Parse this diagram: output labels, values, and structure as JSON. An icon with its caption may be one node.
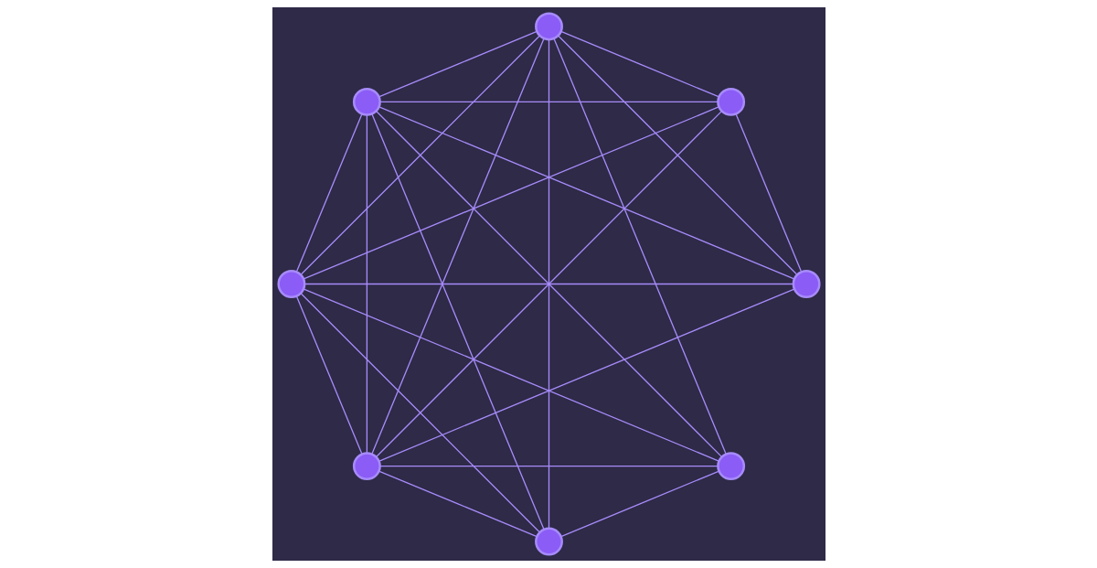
{
  "diagram": {
    "nodes": [
      {
        "text": [],
        "shape": "circle"
      },
      {
        "text": [],
        "shape": "circle"
      },
      {
        "text": [],
        "shape": "circle"
      },
      {
        "text": [],
        "shape": "circle"
      },
      {
        "text": [],
        "shape": "circle"
      },
      {
        "text": [],
        "shape": "circle"
      },
      {
        "text": [],
        "shape": "circle"
      },
      {
        "text": [],
        "shape": "circle"
      }
    ],
    "edges": [
      {
        "from": 0,
        "to": 1,
        "arrow": "none"
      },
      {
        "from": 0,
        "to": 2,
        "arrow": "none"
      },
      {
        "from": 0,
        "to": 7,
        "arrow": "none"
      },
      {
        "from": 0,
        "to": 6,
        "arrow": "none"
      },
      {
        "from": 0,
        "to": 5,
        "arrow": "none"
      },
      {
        "from": 1,
        "to": 3,
        "arrow": "none"
      },
      {
        "from": 1,
        "to": 2,
        "arrow": "none"
      },
      {
        "from": 1,
        "to": 4,
        "arrow": "none"
      },
      {
        "from": 1,
        "to": 5,
        "arrow": "none"
      },
      {
        "from": 1,
        "to": 6,
        "arrow": "none"
      },
      {
        "from": 1,
        "to": 7,
        "arrow": "none"
      },
      {
        "from": 2,
        "to": 3,
        "arrow": "none"
      },
      {
        "from": 2,
        "to": 7,
        "arrow": "none"
      },
      {
        "from": 2,
        "to": 6,
        "arrow": "none"
      },
      {
        "from": 2,
        "to": 5,
        "arrow": "none"
      },
      {
        "from": 2,
        "to": 4,
        "arrow": "none"
      },
      {
        "from": 3,
        "to": 6,
        "arrow": "none"
      },
      {
        "from": 3,
        "to": 5,
        "arrow": "none"
      },
      {
        "from": 3,
        "to": 4,
        "arrow": "none"
      },
      {
        "from": 4,
        "to": 5,
        "arrow": "none"
      },
      {
        "from": 4,
        "to": 6,
        "arrow": "none"
      },
      {
        "from": 5,
        "to": 7,
        "arrow": "none"
      },
      {
        "from": 5,
        "to": 6,
        "arrow": "none"
      },
      {
        "from": 6,
        "to": 7,
        "arrow": "none"
      }
    ]
  }
}
